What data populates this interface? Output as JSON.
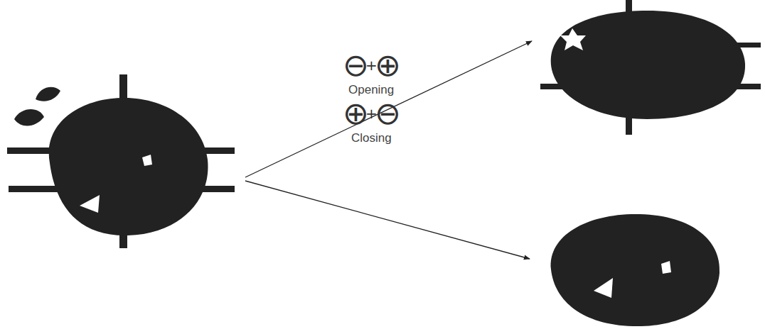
{
  "diagram": {
    "labels": [
      "⊖",
      "+",
      "⊕",
      "Opening",
      "⊕",
      "+",
      "⊖",
      "Closing"
    ]
  }
}
